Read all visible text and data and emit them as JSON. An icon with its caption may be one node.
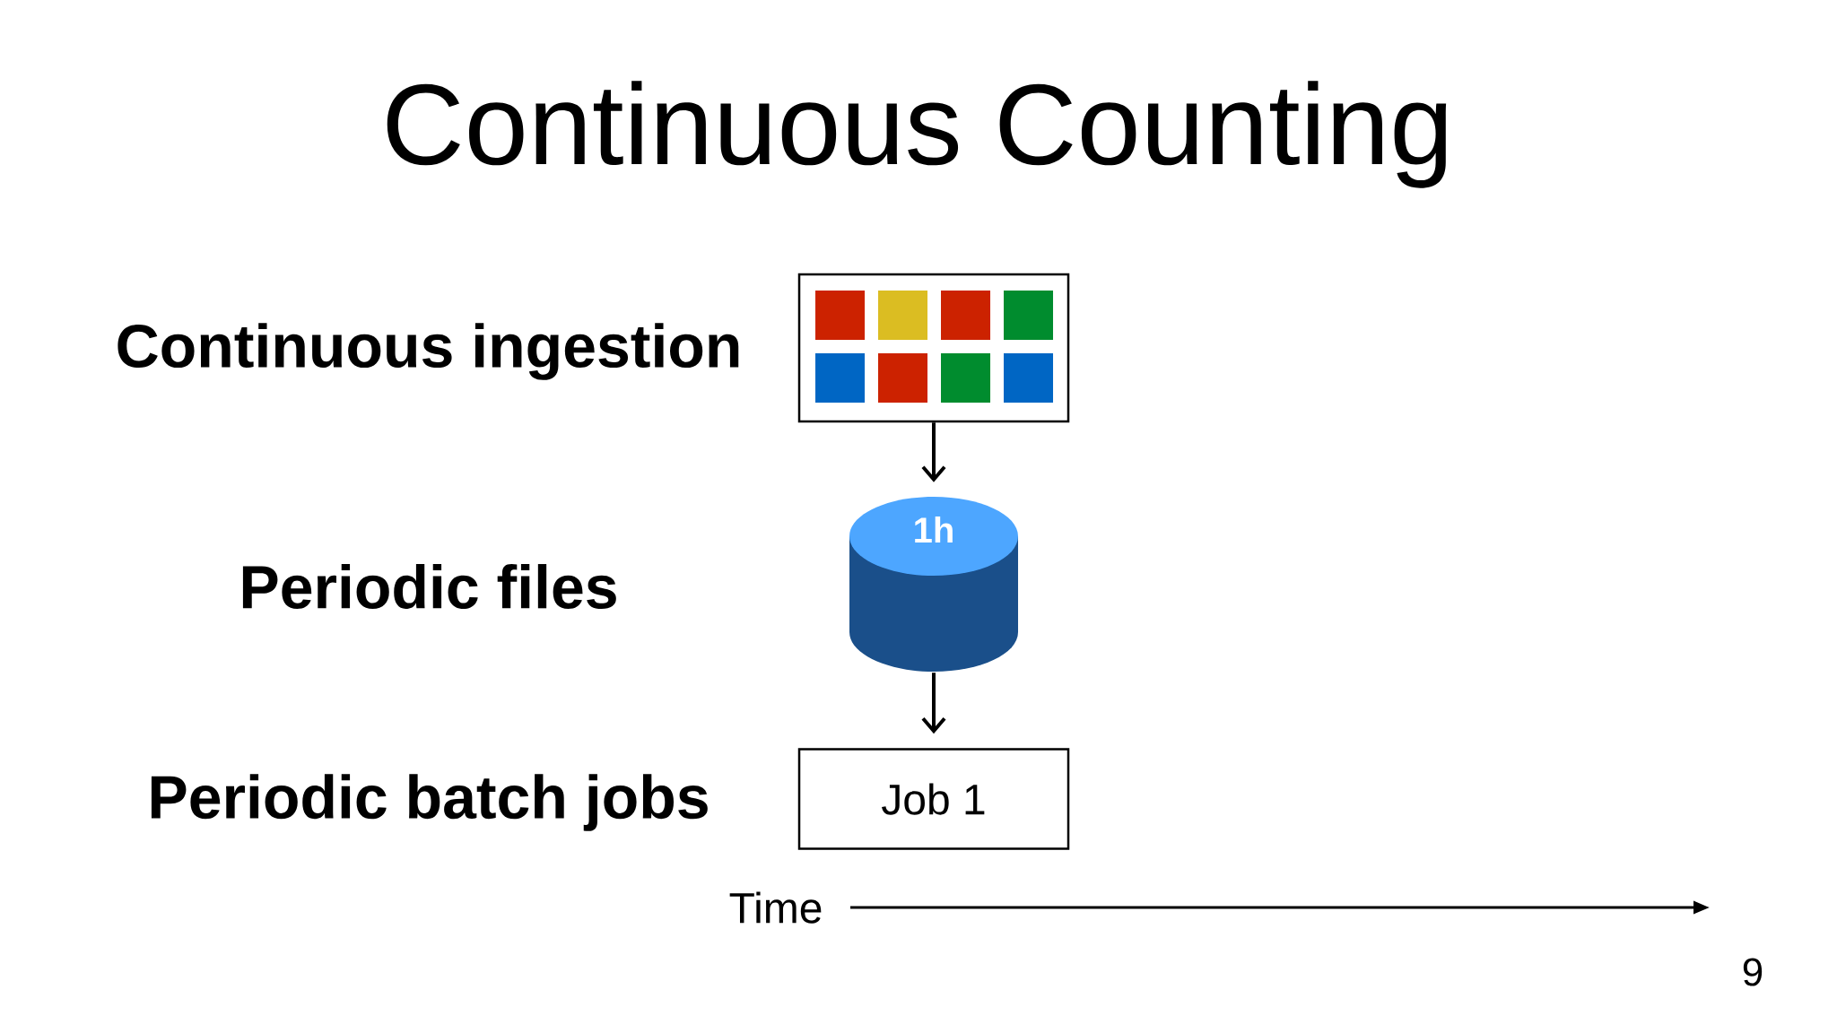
{
  "diagram": {
    "title": "Continuous Counting",
    "nodes": [
      {
        "text": [],
        "shape": "box"
      },
      {
        "text": [
          "1h"
        ]
      },
      {
        "text": [
          "Job 1"
        ]
      }
    ],
    "edges": [
      {
        "from": 0,
        "to": 1,
        "arrow": "to"
      },
      {
        "from": 1,
        "to": 2,
        "arrow": "to"
      }
    ],
    "labels": [
      "Continuous ingestion",
      "Periodic files",
      "Periodic batch jobs",
      "Time",
      "9"
    ]
  }
}
